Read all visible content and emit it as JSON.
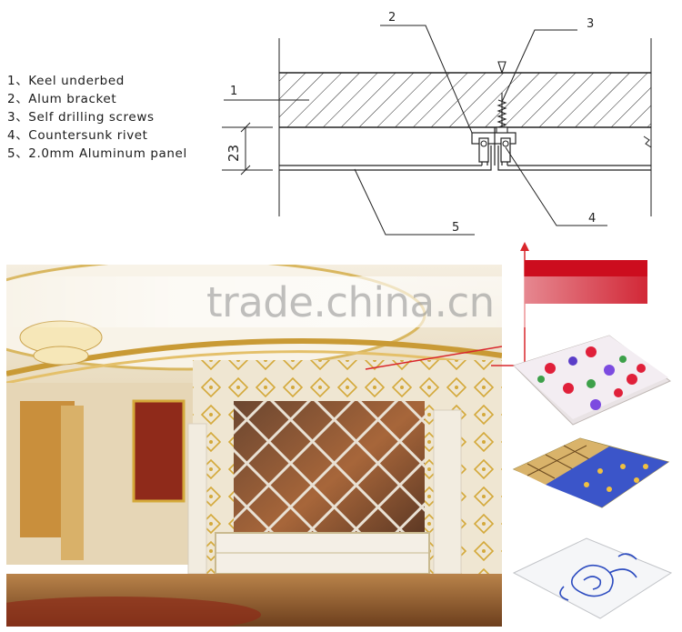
{
  "legend": {
    "items": [
      "1、Keel underbed",
      "2、Alum bracket",
      "3、Self drilling screws",
      "4、Countersunk rivet",
      "5、2.0mm Aluminum panel"
    ]
  },
  "drawing": {
    "callouts": [
      "1",
      "2",
      "3",
      "4",
      "5"
    ],
    "dimension": "23"
  },
  "watermark": "trade.china.cn",
  "colors": {
    "accent_red": "#cc0d1e",
    "annotation_red": "#d9262b",
    "line": "#222222",
    "ceiling_gold": "#d4a93a",
    "wall_cream": "#efe6d2",
    "mirror_bronze": "#8a5a3a"
  },
  "samples": [
    {
      "pattern": "floral-multicolor"
    },
    {
      "pattern": "geometric-gold-and-blue-floral"
    },
    {
      "pattern": "blue-ink-flower"
    }
  ]
}
